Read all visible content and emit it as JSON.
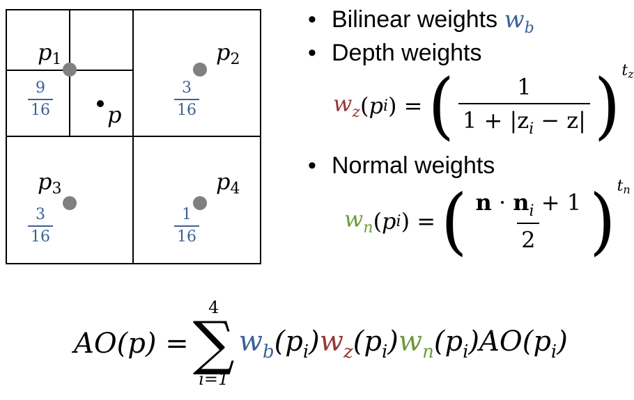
{
  "diagram": {
    "points": [
      {
        "id": "p1",
        "name": "p",
        "sub": "1",
        "weight_num": "9",
        "weight_den": "16"
      },
      {
        "id": "p2",
        "name": "p",
        "sub": "2",
        "weight_num": "3",
        "weight_den": "16"
      },
      {
        "id": "p3",
        "name": "p",
        "sub": "3",
        "weight_num": "3",
        "weight_den": "16"
      },
      {
        "id": "p4",
        "name": "p",
        "sub": "4",
        "weight_num": "1",
        "weight_den": "16"
      }
    ],
    "query_point": "p",
    "colors": {
      "sample": "#808080",
      "weight": "#3c6096",
      "depth": "#953735",
      "normal": "#6f9a3b"
    }
  },
  "bullets": {
    "bullet_char": "•",
    "bilinear_label": "Bilinear weights",
    "depth_label": "Depth weights",
    "normal_label": "Normal weights"
  },
  "formulas": {
    "depth": {
      "lhs": "w",
      "lhs_sub": "z",
      "arg": "p",
      "arg_sub": "i",
      "num": "1",
      "den": "1 + |z",
      "den_sub": "i",
      "den_tail": " − z|",
      "exp": "t",
      "exp_sub": "z"
    },
    "normal": {
      "lhs": "w",
      "lhs_sub": "n",
      "arg": "p",
      "arg_sub": "i",
      "num_a": "n",
      "num_dot": " · ",
      "num_b": "n",
      "num_b_sub": "i",
      "num_tail": " + 1",
      "den": "2",
      "exp": "t",
      "exp_sub": "n"
    },
    "main": {
      "lhs": "AO(p) = ",
      "sum_top": "4",
      "sum_bot": "i=1",
      "wb": "w",
      "wb_sub": "b",
      "wz": "w",
      "wz_sub": "z",
      "wn": "w",
      "wn_sub": "n",
      "pi": "(p",
      "pi_sub": "i",
      "close": ")",
      "ao": "AO(p",
      "ao_sub": "i",
      "ao_close": ")"
    }
  }
}
